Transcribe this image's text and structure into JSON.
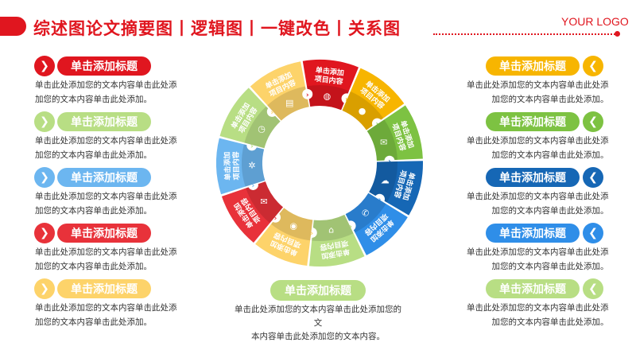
{
  "header": {
    "title": "综述图论文摘要图丨逻辑图丨一键改色丨关系图",
    "logo": "YOUR LOGO"
  },
  "colors": {
    "red": "#e0161f",
    "lightgreen": "#b8de84",
    "lightblue": "#6cb6f0",
    "yellow": "#fdd36a",
    "orange": "#f7b500",
    "green": "#7dc242",
    "darkblue": "#1667b5",
    "blue": "#2f8ee8"
  },
  "left_items": [
    {
      "title": "单击添加标题",
      "desc1": "单击此处添加您的文本内容单击此处添",
      "desc2": "加您的文本内容单击此处添加。",
      "color": "#e0161f",
      "icon": "chevron-right-icon"
    },
    {
      "title": "单击添加标题",
      "desc1": "单击此处添加您的文本内容单击此处添",
      "desc2": "加您的文本内容单击此处添加。",
      "color": "#b8de84",
      "icon": "chevron-right-icon"
    },
    {
      "title": "单击添加标题",
      "desc1": "单击此处添加您的文本内容单击此处添",
      "desc2": "加您的文本内容单击此处添加。",
      "color": "#6cb6f0",
      "icon": "chevron-right-icon"
    },
    {
      "title": "单击添加标题",
      "desc1": "单击此处添加您的文本内容单击此处添",
      "desc2": "加您的文本内容单击此处添加。",
      "color": "#e8323a",
      "icon": "chevron-right-icon"
    },
    {
      "title": "单击添加标题",
      "desc1": "单击此处添加您的文本内容单击此处添",
      "desc2": "加您的文本内容单击此处添加。",
      "color": "#fdd36a",
      "icon": "chevron-right-icon"
    }
  ],
  "right_items": [
    {
      "title": "单击添加标题",
      "desc1": "单击此处添加您的文本内容单击此处添",
      "desc2": "加您的文本内容单击此处添加。",
      "color": "#f7b500",
      "icon": "chevron-left-icon"
    },
    {
      "title": "单击添加标题",
      "desc1": "单击此处添加您的文本内容单击此处添",
      "desc2": "加您的文本内容单击此处添加。",
      "color": "#7dc242",
      "icon": "chevron-left-icon"
    },
    {
      "title": "单击添加标题",
      "desc1": "单击此处添加您的文本内容单击此处添",
      "desc2": "加您的文本内容单击此处添加。",
      "color": "#1667b5",
      "icon": "chevron-left-icon"
    },
    {
      "title": "单击添加标题",
      "desc1": "单击此处添加您的文本内容单击此处添",
      "desc2": "加您的文本内容单击此处添加。",
      "color": "#2f8ee8",
      "icon": "chevron-left-icon"
    },
    {
      "title": "单击添加标题",
      "desc1": "单击此处添加您的文本内容单击此处添",
      "desc2": "加您的文本内容单击此处添加。",
      "color": "#b8de84",
      "icon": "chevron-left-icon"
    }
  ],
  "bottom": {
    "title": "单击添加标题",
    "desc1": "单击此处添加您的文本内容单击此处添加您的文",
    "desc2": "本内容单击此处添加您的文本内容。"
  },
  "wheel": {
    "segment_label_line1": "单击添加",
    "segment_label_line2": "项目内容",
    "segments": [
      {
        "color": "#e0161f",
        "icon": "globe-icon"
      },
      {
        "color": "#f7b500",
        "icon": "user-icon"
      },
      {
        "color": "#7dc242",
        "icon": "chat-icon"
      },
      {
        "color": "#1667b5",
        "icon": "cloud-icon"
      },
      {
        "color": "#2f8ee8",
        "icon": "phone-icon"
      },
      {
        "color": "#b8de84",
        "icon": "home-icon"
      },
      {
        "color": "#fdd36a",
        "icon": "location-pin-icon"
      },
      {
        "color": "#e8323a",
        "icon": "mail-icon"
      },
      {
        "color": "#6cb6f0",
        "icon": "settings-icon"
      },
      {
        "color": "#b8de84",
        "icon": "clock-icon"
      },
      {
        "color": "#fdd36a",
        "icon": "document-icon"
      }
    ]
  }
}
